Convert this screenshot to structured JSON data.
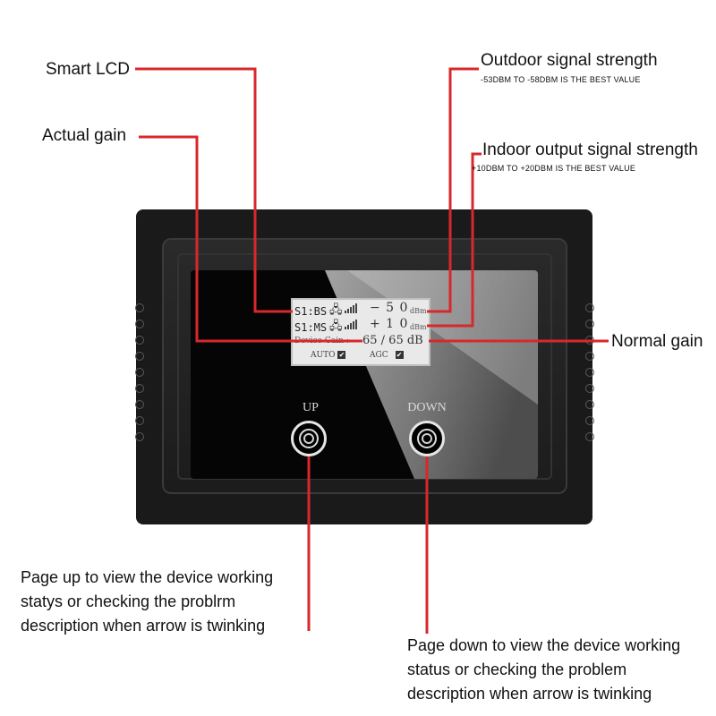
{
  "labels": {
    "smart_lcd": "Smart LCD",
    "actual_gain": "Actual gain",
    "outdoor_title": "Outdoor signal strength",
    "outdoor_note": "-53DBM TO -58DBM IS THE BEST VALUE",
    "indoor_title": "Indoor output signal strength",
    "indoor_note": "+10DBM TO +20DBM IS THE BEST VALUE",
    "normal_gain": "Normal gain"
  },
  "lcd": {
    "row1_label": "S1:BS",
    "row1_value": "− 5 0",
    "row1_unit": "dBm",
    "row2_label": "S1:MS",
    "row2_value": "+ 1 0",
    "row2_unit": "dBm",
    "row3_label": "Device Gain :",
    "row3_value": "65 / 65 dB",
    "auto_label": "AUTO",
    "agc_label": "AGC",
    "check_glyph": "✔"
  },
  "buttons": {
    "up_label": "UP",
    "down_label": "DOWN"
  },
  "descriptions": {
    "up": [
      "Page up to view the device working",
      "statys or checking the problrm",
      "description when arrow is twinking"
    ],
    "down": [
      "Page down to view the device working",
      "status or checking the problem",
      "description when arrow is twinking"
    ]
  },
  "colors": {
    "leader_line": "#d8282b",
    "device_body": "#1a1a1b"
  },
  "icons": [
    "antenna-icon",
    "signal-bars-icon",
    "checkbox-checked-icon"
  ]
}
